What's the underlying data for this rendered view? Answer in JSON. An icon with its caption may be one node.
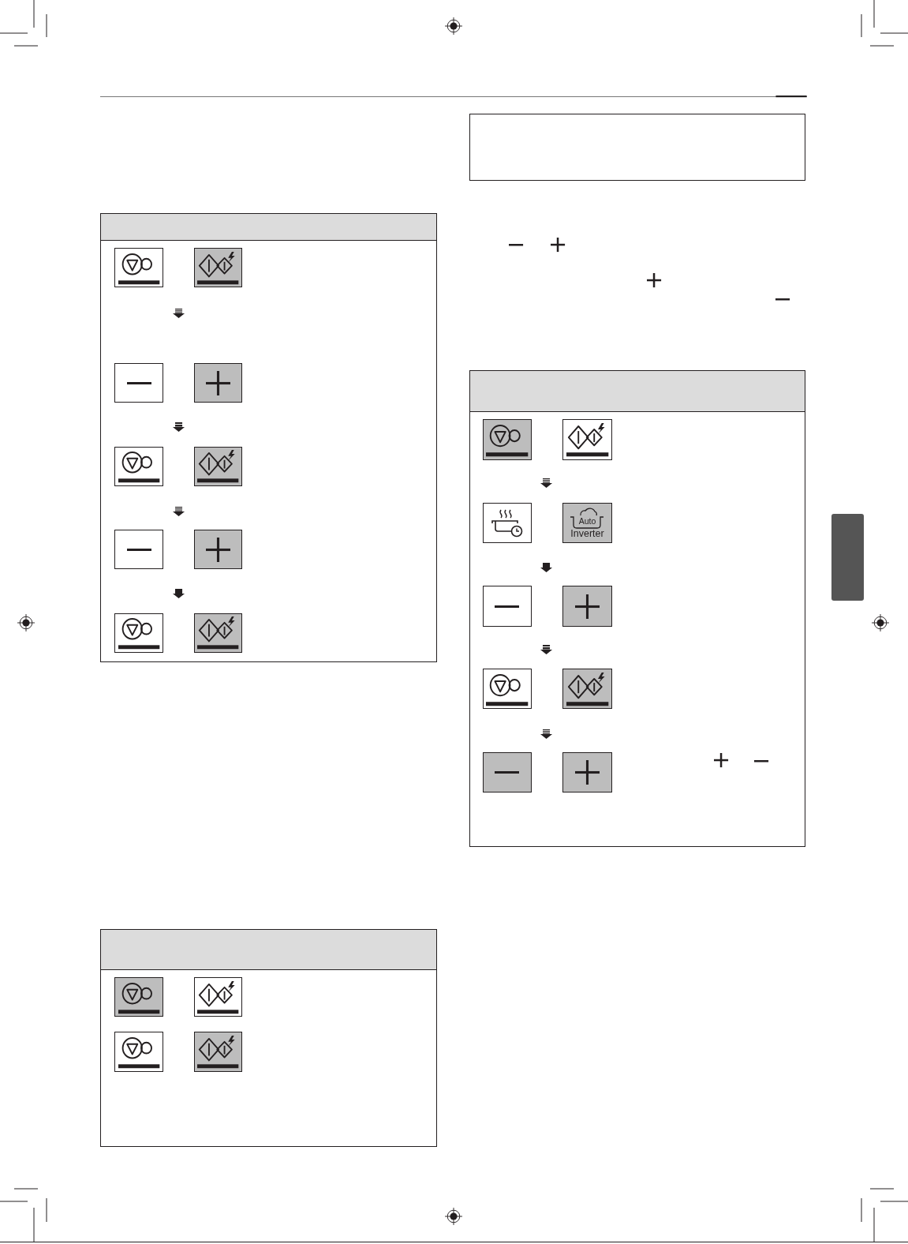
{
  "diagram": {
    "nodes": [
      {
        "text": [],
        "shape": "box"
      },
      {
        "text": [],
        "shape": "box",
        "in": 0
      },
      {
        "text": [],
        "shape": "box",
        "in": 0
      },
      {
        "text": [],
        "shape": "box",
        "in": 0
      },
      {
        "text": [],
        "shape": "box",
        "in": 0
      },
      {
        "text": [],
        "shape": "box",
        "in": 0
      },
      {
        "text": [],
        "shape": "box",
        "in": 0
      },
      {
        "text": [],
        "shape": "box",
        "in": 0
      },
      {
        "text": [],
        "shape": "box",
        "in": 0
      },
      {
        "text": [],
        "shape": "box",
        "in": 0
      },
      {
        "text": [],
        "shape": "box",
        "in": 0
      },
      {
        "text": [],
        "shape": "box"
      },
      {
        "text": [],
        "shape": "box",
        "in": 11
      },
      {
        "text": [],
        "shape": "box",
        "in": 11
      },
      {
        "text": [],
        "shape": "box",
        "in": 11
      },
      {
        "text": [],
        "shape": "box",
        "in": 11
      },
      {
        "text": [],
        "shape": "box"
      },
      {
        "text": [],
        "shape": "box"
      },
      {
        "text": [],
        "shape": "box",
        "in": 17
      },
      {
        "text": [],
        "shape": "box",
        "in": 17
      },
      {
        "text": [],
        "shape": "box",
        "in": 17
      },
      {
        "text": [
          "Auto",
          "Inverter"
        ],
        "in": 17
      },
      {
        "text": [],
        "shape": "box",
        "in": 17
      },
      {
        "text": [],
        "shape": "box",
        "in": 17
      },
      {
        "text": [],
        "shape": "box",
        "in": 17
      },
      {
        "text": [],
        "shape": "box",
        "in": 17
      },
      {
        "text": [],
        "shape": "box",
        "in": 17
      },
      {
        "text": [],
        "shape": "box",
        "in": 17
      },
      {
        "text": [],
        "shape": "box"
      }
    ]
  }
}
